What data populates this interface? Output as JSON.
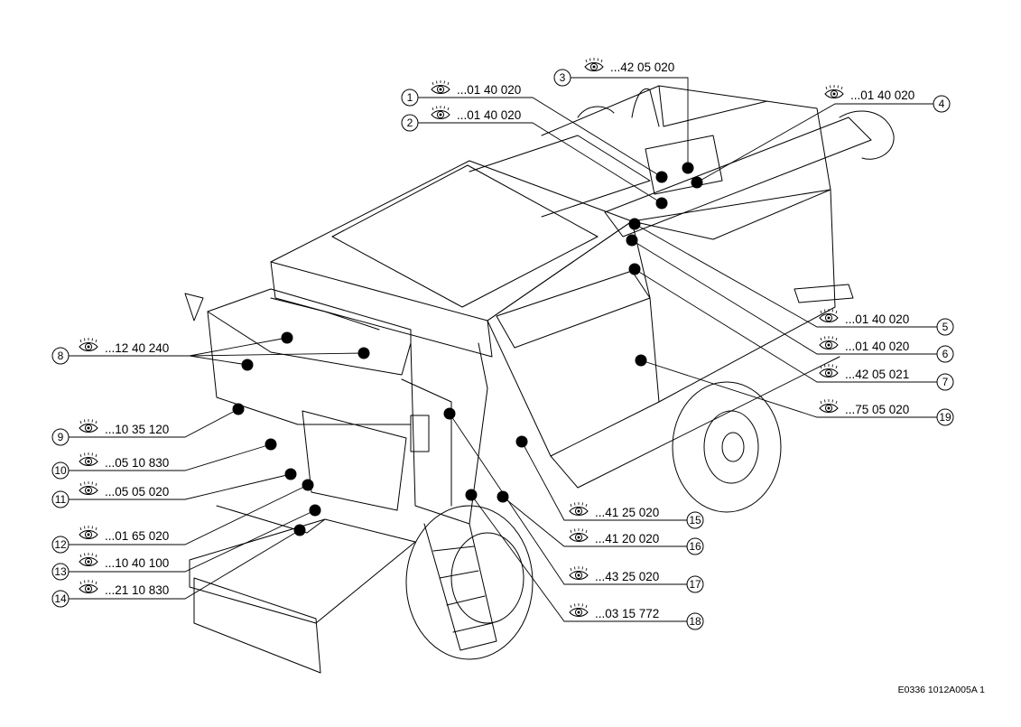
{
  "drawing_id": "E0336 1012A005A 1",
  "callouts": [
    {
      "number": "1",
      "ref": "...01 40 020"
    },
    {
      "number": "2",
      "ref": "...01 40 020"
    },
    {
      "number": "3",
      "ref": "...42 05 020"
    },
    {
      "number": "4",
      "ref": "...01 40 020"
    },
    {
      "number": "5",
      "ref": "...01 40 020"
    },
    {
      "number": "6",
      "ref": "...01 40 020"
    },
    {
      "number": "7",
      "ref": "...42 05 021"
    },
    {
      "number": "8",
      "ref": "...12 40 240"
    },
    {
      "number": "9",
      "ref": "...10 35 120"
    },
    {
      "number": "10",
      "ref": "...05 10 830"
    },
    {
      "number": "11",
      "ref": "...05 05 020"
    },
    {
      "number": "12",
      "ref": "...01 65 020"
    },
    {
      "number": "13",
      "ref": "...10 40 100"
    },
    {
      "number": "14",
      "ref": "...21 10 830"
    },
    {
      "number": "15",
      "ref": "...41 25 020"
    },
    {
      "number": "16",
      "ref": "...41 20 020"
    },
    {
      "number": "17",
      "ref": "...43 25 020"
    },
    {
      "number": "18",
      "ref": "...03 15 772"
    },
    {
      "number": "19",
      "ref": "...75 05 020"
    }
  ],
  "icons": {
    "reference": "eye-icon",
    "marker": "filled-dot"
  },
  "colors": {
    "line": "#000000",
    "background": "#ffffff"
  }
}
